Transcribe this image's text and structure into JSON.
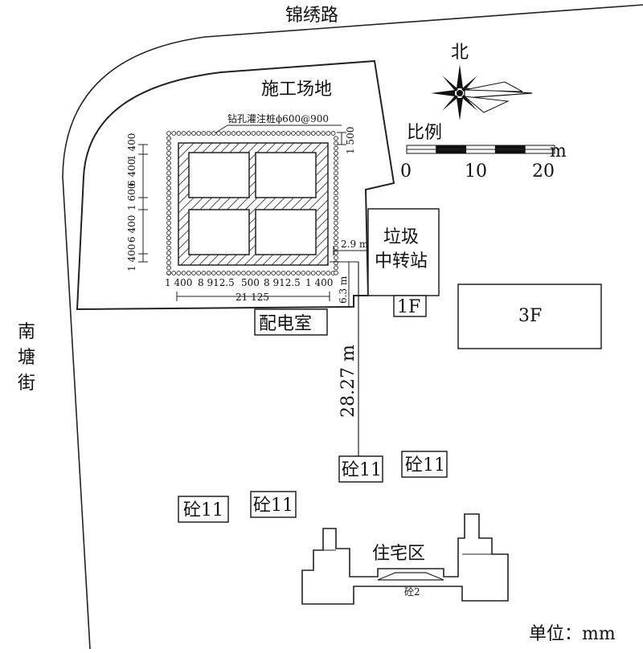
{
  "roads": {
    "north": "锦绣路",
    "west_chars": [
      "南",
      "塘",
      "街"
    ]
  },
  "site": {
    "title": "施工场地",
    "pile_note": "钻孔灌注桩ϕ600@900",
    "top_offset": "1 500",
    "left_dims": [
      "1 400",
      "6 400",
      "1 600",
      "6 400",
      "1 400"
    ],
    "bottom_dims": [
      "1 400",
      "8 912.5",
      "500",
      "8 912.5",
      "1 400"
    ],
    "bottom_total": "21 125",
    "right_gap": "2.9 m",
    "down_gap": "6.3 m"
  },
  "buildings": {
    "transfer_station": [
      "垃圾",
      "中转站"
    ],
    "one_f": "1F",
    "three_f": "3F",
    "power_room": "配电室",
    "c11": [
      "砼11",
      "砼11",
      "砼11",
      "砼11"
    ],
    "residential": "住宅区",
    "c2": "砼2"
  },
  "distance_label": "28.27 m",
  "compass": {
    "north": "北"
  },
  "scale": {
    "title": "比例",
    "unit": "m",
    "ticks": [
      "0",
      "10",
      "20"
    ]
  },
  "unit_note": "单位：mm"
}
